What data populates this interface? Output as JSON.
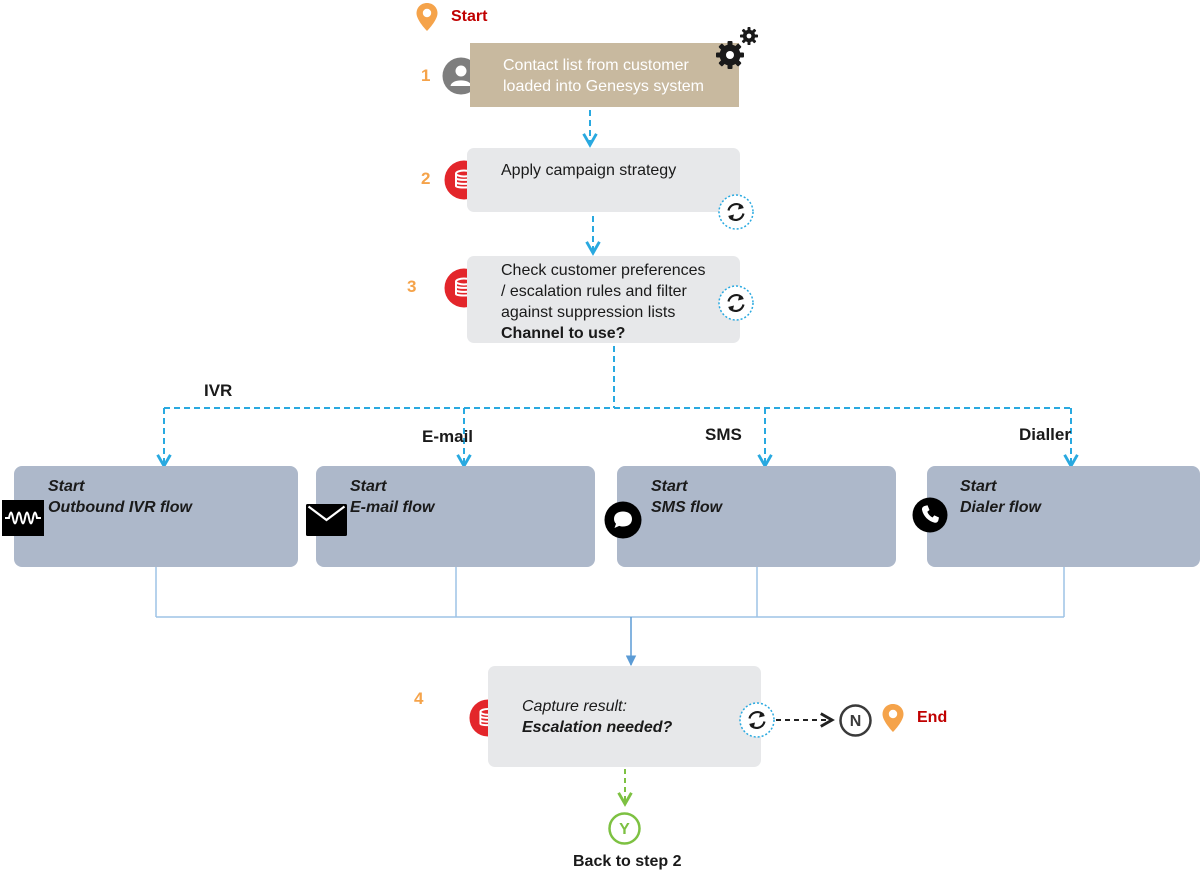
{
  "start_label": "Start",
  "end_label": "End",
  "steps": [
    {
      "number": "1",
      "line1": "Contact list from customer",
      "line2": "loaded into Genesys system"
    },
    {
      "number": "2",
      "line1": "Apply  campaign strategy"
    },
    {
      "number": "3",
      "line1": "Check customer preferences",
      "line2": "/ escalation rules and filter",
      "line3": "against suppression lists",
      "question": "Channel to use?"
    },
    {
      "number": "4",
      "line1": "Capture result:",
      "question": "Escalation needed?"
    }
  ],
  "channels": {
    "ivr": "IVR",
    "email": "E-mail",
    "sms": "SMS",
    "dialler": "Dialler"
  },
  "flows": [
    {
      "start": "Start",
      "name": "Outbound IVR flow",
      "icon": "waveform-icon"
    },
    {
      "start": "Start",
      "name": "E-mail flow",
      "icon": "envelope-icon"
    },
    {
      "start": "Start",
      "name": "SMS flow",
      "icon": "chat-bubble-icon"
    },
    {
      "start": "Start",
      "name": "Dialer flow",
      "icon": "phone-icon"
    }
  ],
  "no_badge": "N",
  "yes_badge": "Y",
  "back_label": "Back to step 2",
  "colors": {
    "tan": "#c8b99f",
    "gray_box": "#e7e8ea",
    "blue_box": "#adb8ca",
    "accent_orange": "#f5a34a",
    "dashed_blue": "#29a9e0",
    "green": "#7dc142",
    "end_red": "#c00000",
    "db_red": "#e3262b"
  }
}
